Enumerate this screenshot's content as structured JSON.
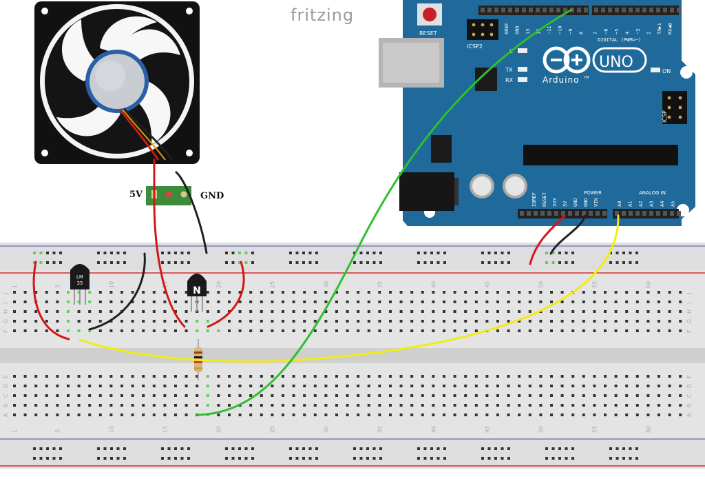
{
  "watermark": "fritzing",
  "fan": {
    "terminal_left": "5V",
    "terminal_right": "GND"
  },
  "arduino": {
    "reset_label": "RESET",
    "icsp2_label": "ICSP2",
    "icsp_label": "ICSP",
    "logo_text": "Arduino",
    "model": "UNO",
    "tm": "TM",
    "led_l": "L",
    "led_tx": "TX",
    "led_rx": "RX",
    "on_label": "ON",
    "digital_label": "DIGITAL (PWM=~)",
    "power_label": "POWER",
    "analog_label": "ANALOG IN",
    "top_pins_left": [
      "AREF",
      "GND",
      "13",
      "12",
      "~11",
      "~10",
      "~9",
      "8"
    ],
    "top_pins_right": [
      "7",
      "~6",
      "~5",
      "4",
      "~3",
      "2",
      "TX▶1",
      "RX◀0"
    ],
    "power_pins": [
      "IOREF",
      "RESET",
      "3V3",
      "5V",
      "GND",
      "GND",
      "VIN"
    ],
    "analog_pins": [
      "A0",
      "A1",
      "A2",
      "A3",
      "A4",
      "A5"
    ]
  },
  "components": {
    "sensor_line1": "LM",
    "sensor_line2": "35",
    "transistor_label": "N"
  },
  "breadboard": {
    "column_numbers": [
      "1",
      "5",
      "10",
      "15",
      "20",
      "25",
      "30",
      "35",
      "40",
      "45",
      "50",
      "55",
      "60"
    ],
    "rows_top": [
      "J",
      "I",
      "H",
      "G",
      "F"
    ],
    "rows_bottom": [
      "E",
      "D",
      "C",
      "B",
      "A"
    ]
  },
  "colors": {
    "board": "#1f6a9a",
    "wire_red": "#d01818",
    "wire_black": "#202020",
    "wire_yellow": "#f2ec12",
    "wire_green": "#2fbf2f",
    "hole_green": "#5bd15b"
  }
}
